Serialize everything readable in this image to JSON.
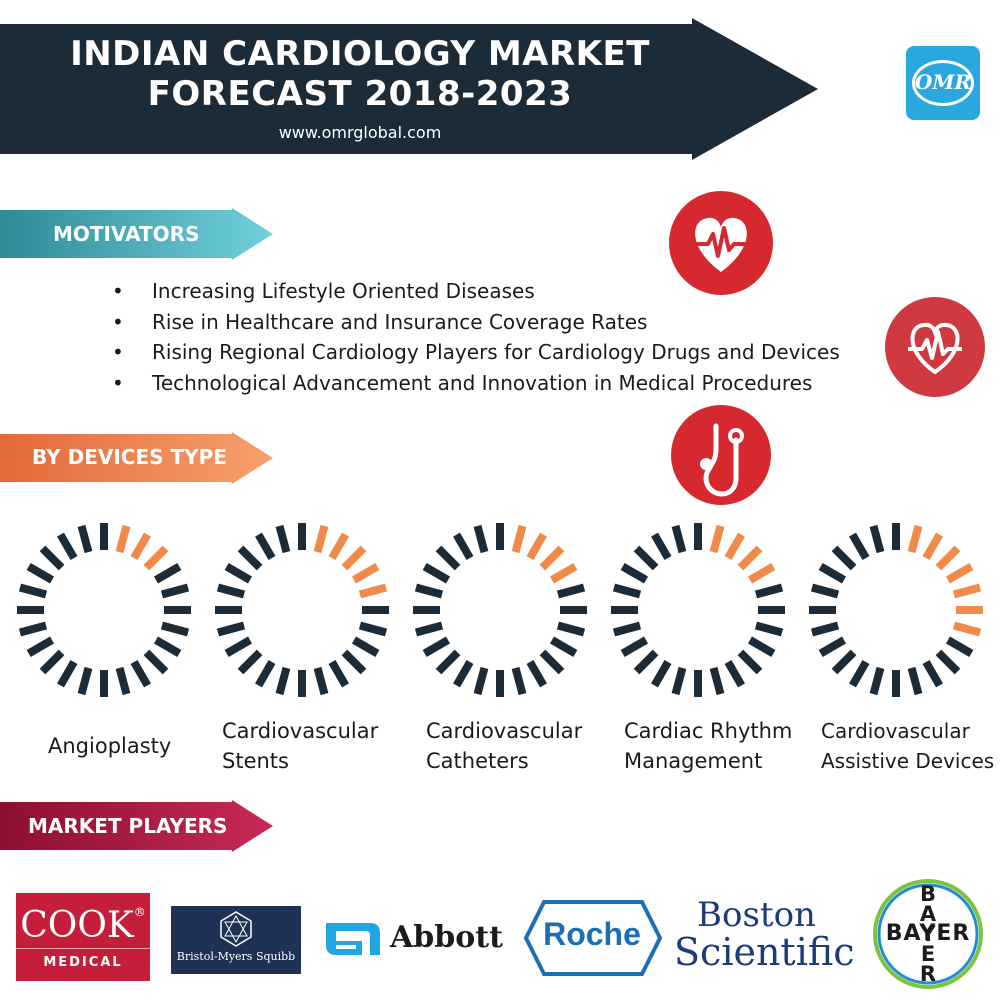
{
  "header": {
    "title_line1": "INDIAN CARDIOLOGY MARKET",
    "title_line2": "FORECAST 2018-2023",
    "url": "www.omrglobal.com",
    "logo_text": "OMR"
  },
  "sections": {
    "motivators": "MOTIVATORS",
    "devices": "BY DEVICES TYPE",
    "players": "MARKET PLAYERS"
  },
  "motivators": [
    "Increasing Lifestyle Oriented Diseases",
    "Rise in Healthcare and Insurance Coverage Rates",
    "Rising Regional Cardiology Players for Cardiology Drugs and Devices",
    "Technological Advancement and Innovation in Medical Procedures"
  ],
  "bullet_char": "•",
  "icons": [
    "heart-pulse-icon",
    "heart-outline-pulse-icon",
    "stethoscope-icon"
  ],
  "devices": [
    {
      "line1": "Angioplasty",
      "line2": "",
      "highlighted_segments": 3
    },
    {
      "line1": "Cardiovascular",
      "line2": "Stents",
      "highlighted_segments": 5
    },
    {
      "line1": "Cardiovascular",
      "line2": "Catheters",
      "highlighted_segments": 4
    },
    {
      "line1": "Cardiac Rhythm",
      "line2": "Management",
      "highlighted_segments": 4
    },
    {
      "line1": "Cardiovascular",
      "line2": "Assistive Devices",
      "highlighted_segments": 7
    }
  ],
  "players": {
    "cook": {
      "name": "COOK",
      "mark": "®",
      "sub": "MEDICAL"
    },
    "bms": "Bristol-Myers Squibb",
    "abbott": "Abbott",
    "roche": "Roche",
    "boston_line1": "Boston",
    "boston_line2": "Scientific",
    "bayer": "BAYER"
  },
  "colors": {
    "navy": "#1c2b38",
    "teal": "#4fb8c6",
    "orange": "#f08a4b",
    "crimson": "#a8173f",
    "icon_red": "#d6282f"
  }
}
